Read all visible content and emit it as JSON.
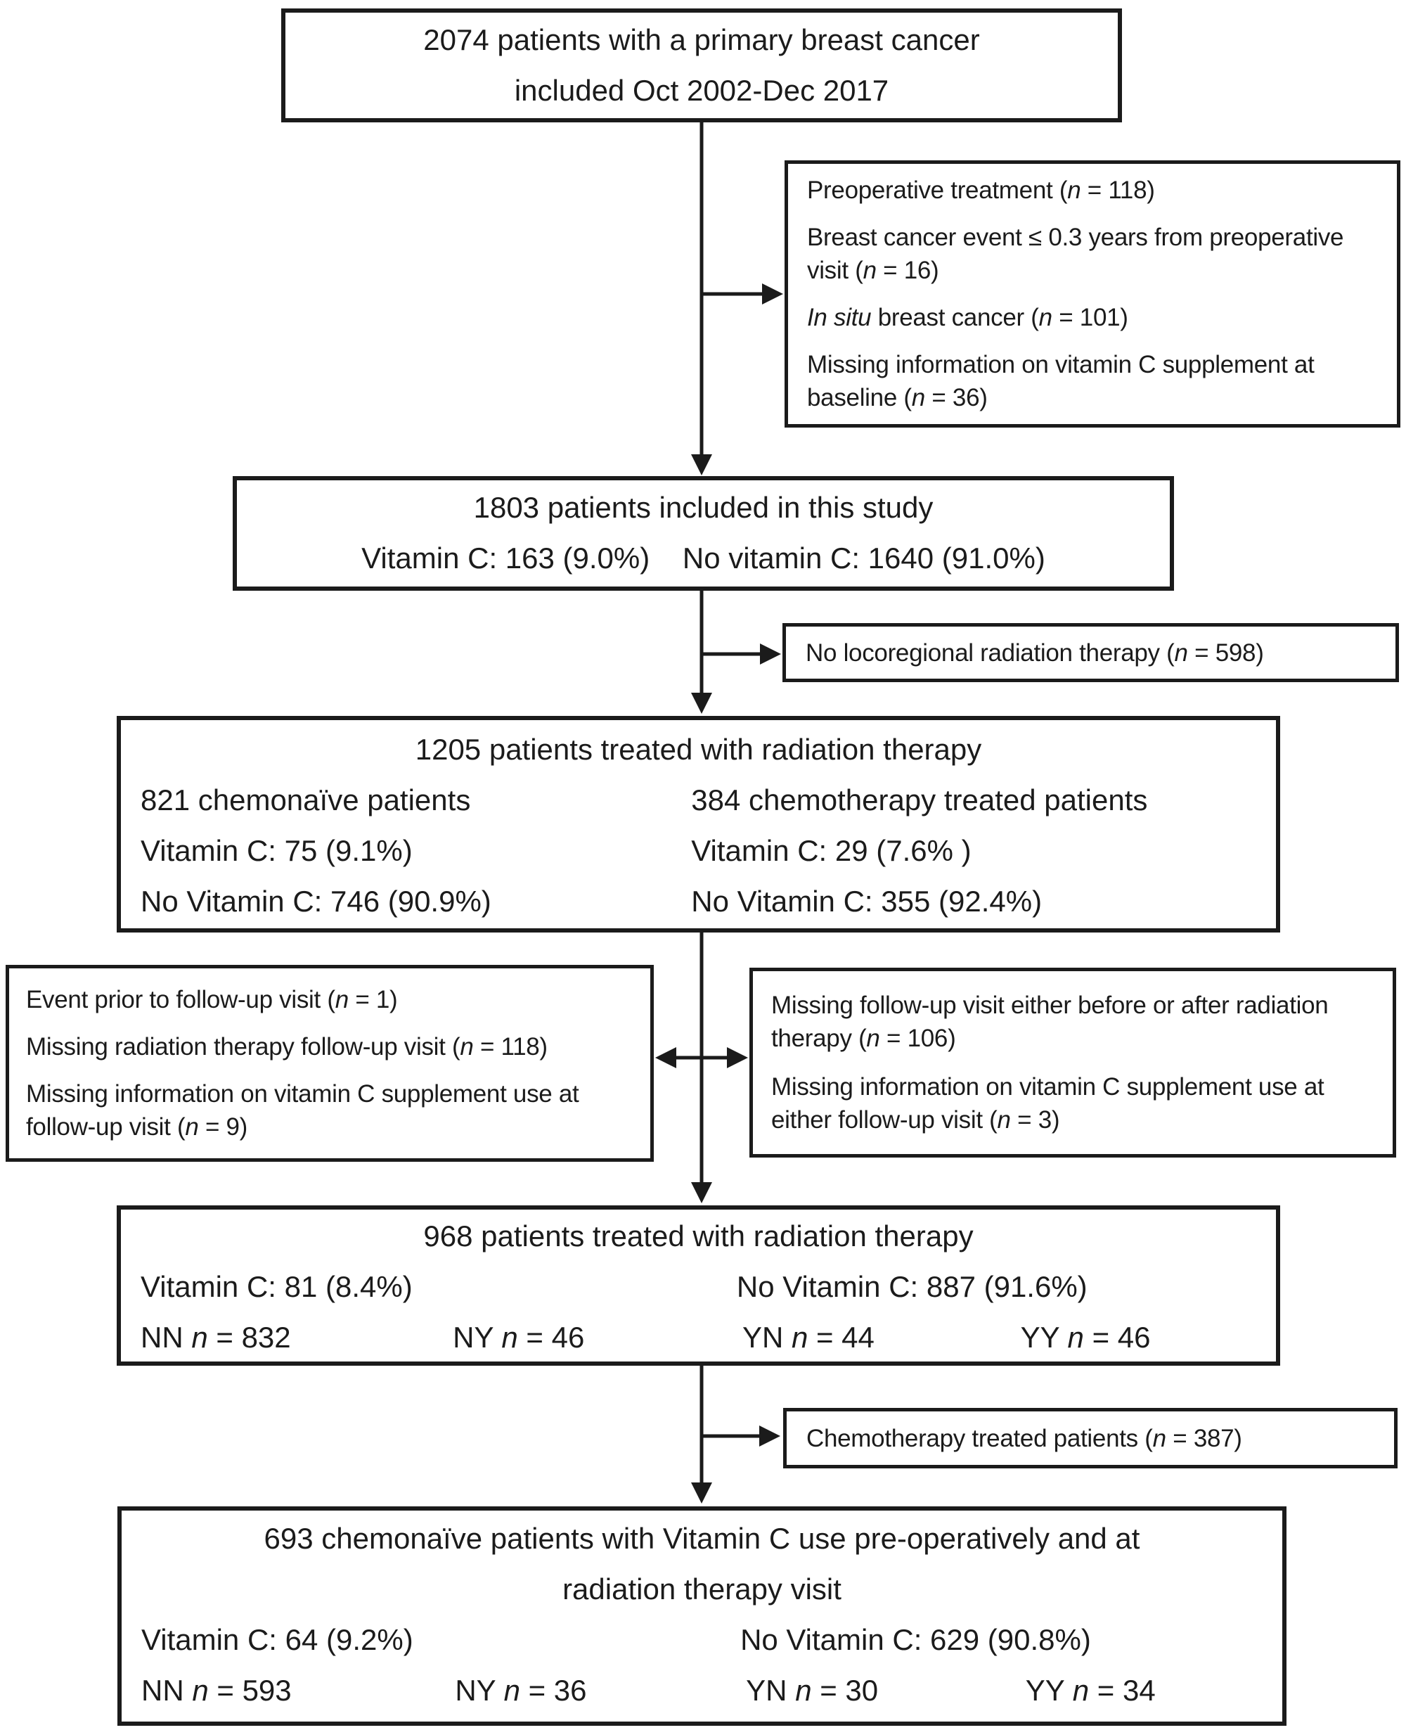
{
  "palette": {
    "ink": "#1b1b1b",
    "background": "#ffffff"
  },
  "boxes": {
    "enrolled": {
      "lines": [
        "2074 patients with a primary breast cancer",
        "included Oct 2002-Dec 2017"
      ]
    },
    "baseline_exclusions": {
      "items": [
        [
          {
            "t": "Preoperative treatment ("
          },
          {
            "t": "n",
            "i": true
          },
          {
            "t": " = 118)"
          }
        ],
        [
          {
            "t": "Breast cancer event ≤ 0.3 years from preoperative visit ("
          },
          {
            "t": "n",
            "i": true
          },
          {
            "t": " = 16)"
          }
        ],
        [
          {
            "t": "In situ",
            "i": true
          },
          {
            "t": " breast cancer ("
          },
          {
            "t": "n",
            "i": true
          },
          {
            "t": " = 101)"
          }
        ],
        [
          {
            "t": "Missing information on vitamin C supplement at baseline ("
          },
          {
            "t": "n",
            "i": true
          },
          {
            "t": " = 36)"
          }
        ]
      ]
    },
    "included_study": {
      "title": "1803 patients included in this study",
      "stats": "Vitamin C: 163 (9.0%)    No vitamin C: 1640 (91.0%)"
    },
    "no_radiation_exclusion": {
      "item": [
        {
          "t": "No locoregional radiation therapy ("
        },
        {
          "t": "n",
          "i": true
        },
        {
          "t": " = 598)"
        }
      ]
    },
    "radiation_cohort": {
      "title": "1205 patients treated with radiation therapy",
      "left": [
        "821 chemonaïve patients",
        "Vitamin C: 75 (9.1%)",
        "No Vitamin C: 746 (90.9%)"
      ],
      "right": [
        "384 chemotherapy treated patients",
        "Vitamin C: 29 (7.6% )",
        "No Vitamin C: 355 (92.4%)"
      ]
    },
    "followup_exclusions_left": {
      "items": [
        [
          {
            "t": "Event prior to follow-up visit ("
          },
          {
            "t": "n",
            "i": true
          },
          {
            "t": " = 1)"
          }
        ],
        [
          {
            "t": "Missing radiation therapy follow-up visit ("
          },
          {
            "t": "n",
            "i": true
          },
          {
            "t": " = 118)"
          }
        ],
        [
          {
            "t": "Missing information on vitamin C supplement use at follow-up visit ("
          },
          {
            "t": "n",
            "i": true
          },
          {
            "t": " = 9)"
          }
        ]
      ]
    },
    "followup_exclusions_right": {
      "items": [
        [
          {
            "t": "Missing follow-up visit either before or after radiation therapy ("
          },
          {
            "t": "n",
            "i": true
          },
          {
            "t": " = 106)"
          }
        ],
        [
          {
            "t": "Missing information on vitamin C supplement use at either follow-up visit ("
          },
          {
            "t": "n",
            "i": true
          },
          {
            "t": " = 3)"
          }
        ]
      ]
    },
    "radiation_followup_cohort": {
      "title": "968 patients treated with radiation therapy",
      "vitamin_c": "Vitamin C: 81 (8.4%)",
      "no_vitamin_c": "No Vitamin C: 887 (91.6%)",
      "groups": [
        [
          {
            "t": "NN "
          },
          {
            "t": "n",
            "i": true
          },
          {
            "t": " = 832"
          }
        ],
        [
          {
            "t": "NY "
          },
          {
            "t": "n",
            "i": true
          },
          {
            "t": " = 46"
          }
        ],
        [
          {
            "t": "YN "
          },
          {
            "t": "n",
            "i": true
          },
          {
            "t": " = 44"
          }
        ],
        [
          {
            "t": "YY "
          },
          {
            "t": "n",
            "i": true
          },
          {
            "t": " = 46"
          }
        ]
      ]
    },
    "chemotherapy_exclusion": {
      "item": [
        {
          "t": "Chemotherapy treated patients ("
        },
        {
          "t": "n",
          "i": true
        },
        {
          "t": " = 387)"
        }
      ]
    },
    "final_cohort": {
      "title_lines": [
        "693 chemonaïve patients with Vitamin C use pre-operatively and at",
        "radiation therapy visit"
      ],
      "vitamin_c": "Vitamin C: 64 (9.2%)",
      "no_vitamin_c": "No Vitamin C: 629 (90.8%)",
      "groups": [
        [
          {
            "t": "NN "
          },
          {
            "t": "n",
            "i": true
          },
          {
            "t": " = 593"
          }
        ],
        [
          {
            "t": "NY "
          },
          {
            "t": "n",
            "i": true
          },
          {
            "t": " = 36"
          }
        ],
        [
          {
            "t": "YN "
          },
          {
            "t": "n",
            "i": true
          },
          {
            "t": " = 30"
          }
        ],
        [
          {
            "t": "YY "
          },
          {
            "t": "n",
            "i": true
          },
          {
            "t": " = 34"
          }
        ]
      ]
    }
  }
}
